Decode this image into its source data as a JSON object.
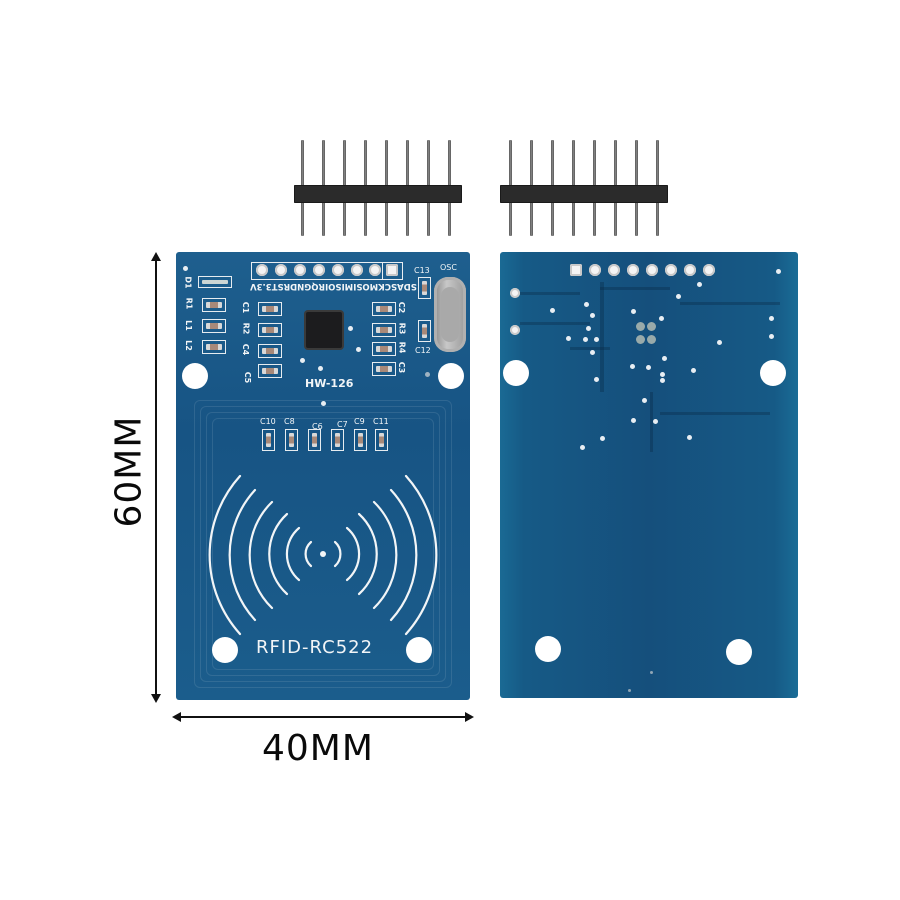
{
  "product": {
    "module_name": "RFID-RC522",
    "board_id": "HW-126",
    "oscillator_label": "OSC"
  },
  "dimensions": {
    "height_label": "60MM",
    "width_label": "40MM"
  },
  "pin_header": {
    "pin_count": 8,
    "pin_labels": [
      "3.3V",
      "RST",
      "GND",
      "IRQ",
      "MISO",
      "MOSI",
      "SCK",
      "SDA"
    ]
  },
  "silkscreen": {
    "left_components": [
      "D1",
      "R1",
      "L1",
      "L2"
    ],
    "middle_left_components": [
      "C1",
      "R2",
      "C4",
      "C5"
    ],
    "middle_right_components": [
      "C2",
      "R3",
      "R4",
      "C3"
    ],
    "right_components": [
      "C13",
      "C12"
    ],
    "antenna_caps": [
      "C10",
      "C8",
      "C6",
      "C7",
      "C9",
      "C11"
    ]
  },
  "colors": {
    "pcb_blue": "#175484",
    "silkscreen": "#f2f5f7",
    "header_plastic": "#2b2b2b",
    "background": "#ffffff"
  }
}
